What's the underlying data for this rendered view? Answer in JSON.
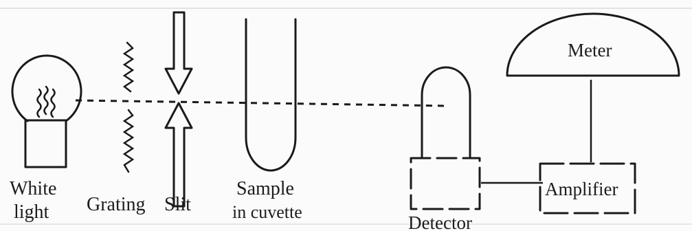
{
  "labels": {
    "white_light_line1": "White",
    "white_light_line2": "light",
    "grating": "Grating",
    "slit": "Slit",
    "sample_line1": "Sample",
    "sample_line2": "in cuvette",
    "detector": "Detector",
    "amplifier": "Amplifier",
    "meter": "Meter"
  },
  "colors": {
    "ink": "#1a1a1a",
    "paper": "#fbfbfb"
  }
}
